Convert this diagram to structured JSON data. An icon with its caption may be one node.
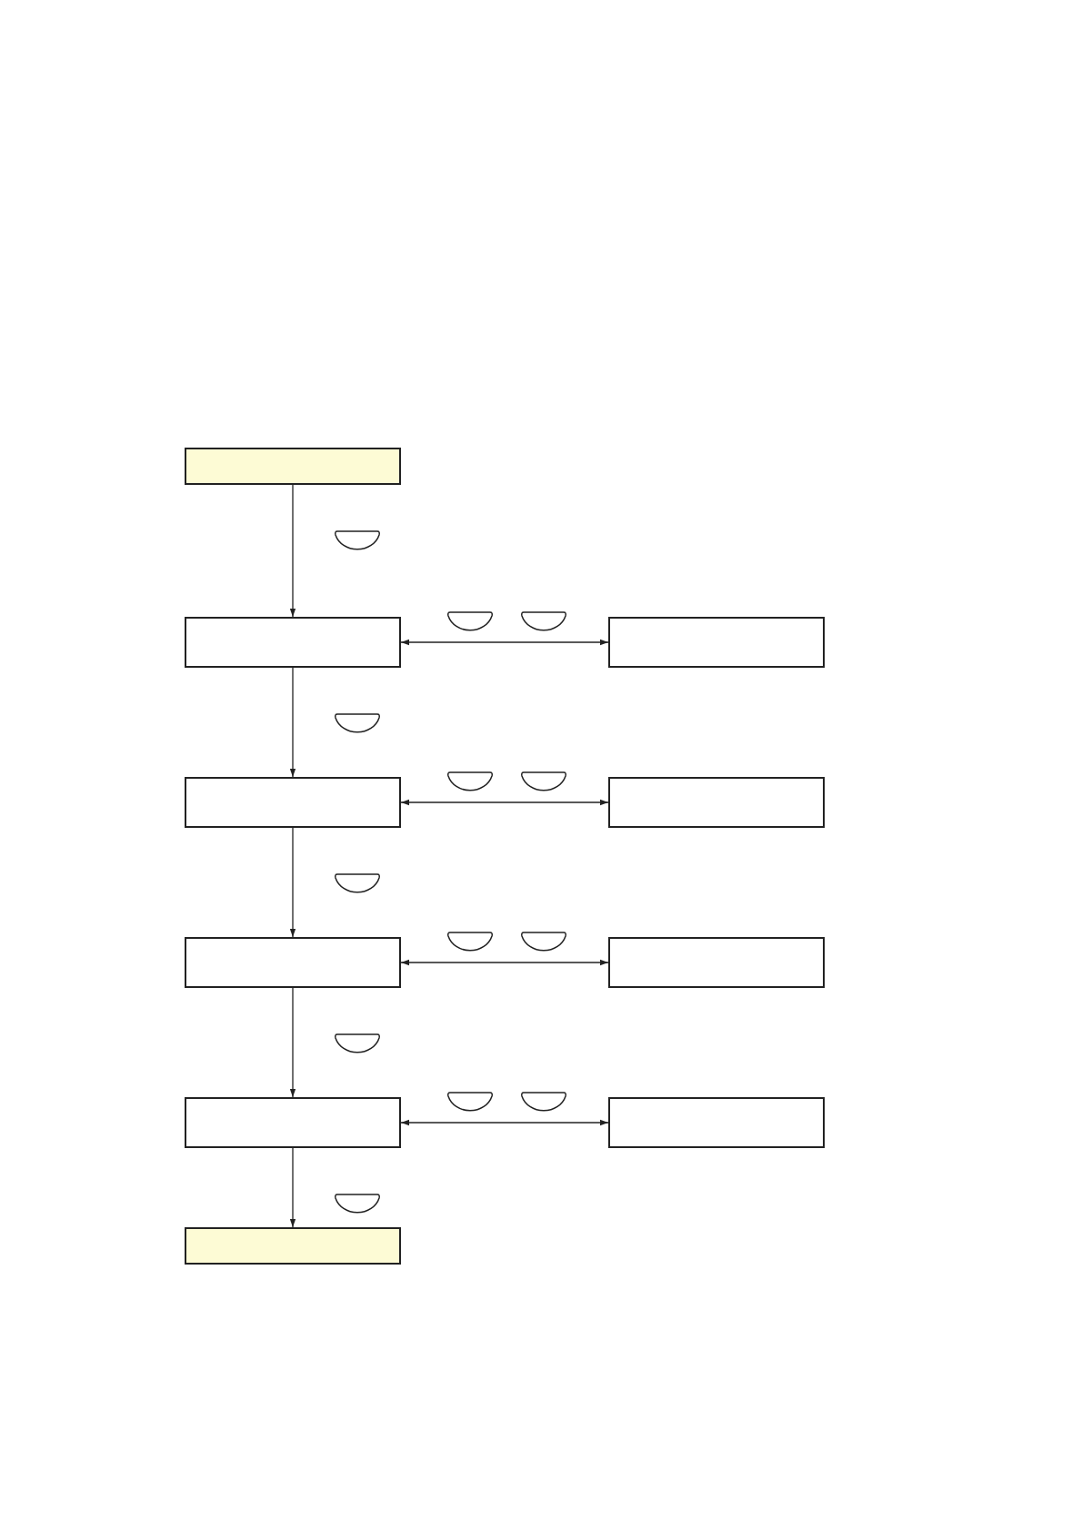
{
  "diagram": {
    "nodes": [
      {
        "text": [],
        "shape": "box"
      },
      {
        "text": [],
        "shape": "box"
      },
      {
        "text": [],
        "shape": "box"
      },
      {
        "text": [],
        "shape": "box"
      },
      {
        "text": [],
        "shape": "box"
      },
      {
        "text": [],
        "shape": "box"
      },
      {
        "text": [],
        "shape": "box"
      },
      {
        "text": [],
        "shape": "box"
      },
      {
        "text": [],
        "shape": "box"
      },
      {
        "text": [],
        "shape": "box"
      }
    ],
    "edges": [
      {
        "from": 0,
        "to": 1,
        "arrow": "to"
      },
      {
        "from": 1,
        "to": 2,
        "arrow": "both"
      },
      {
        "from": 1,
        "to": 3,
        "arrow": "to"
      },
      {
        "from": 3,
        "to": 4,
        "arrow": "both"
      },
      {
        "from": 3,
        "to": 5,
        "arrow": "to"
      },
      {
        "from": 5,
        "to": 6,
        "arrow": "both"
      },
      {
        "from": 5,
        "to": 7,
        "arrow": "to"
      },
      {
        "from": 7,
        "to": 8,
        "arrow": "both"
      },
      {
        "from": 7,
        "to": 9,
        "arrow": "to"
      }
    ]
  }
}
